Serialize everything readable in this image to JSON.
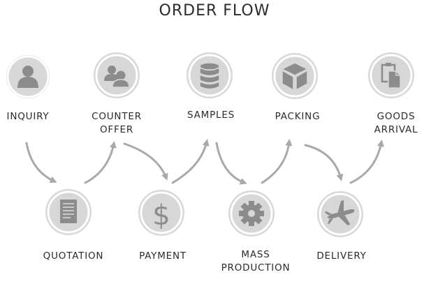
{
  "title": "ORDER FLOW",
  "colors": {
    "circle_fill": "#d7d7d7",
    "circle_ring": "#ffffff",
    "icon": "#8c8c8c",
    "arrow": "#a9a9a9",
    "text": "#2b2b2b"
  },
  "steps": [
    {
      "label_lines": [
        "INQUIRY"
      ],
      "icon": "person-icon"
    },
    {
      "label_lines": [
        "QUOTATION"
      ],
      "icon": "document-icon"
    },
    {
      "label_lines": [
        "COUNTER",
        "OFFER"
      ],
      "icon": "group-icon"
    },
    {
      "label_lines": [
        "PAYMENT"
      ],
      "icon": "dollar-icon"
    },
    {
      "label_lines": [
        "SAMPLES"
      ],
      "icon": "database-icon"
    },
    {
      "label_lines": [
        "MASS",
        "PRODUCTION"
      ],
      "icon": "gear-icon"
    },
    {
      "label_lines": [
        "PACKING"
      ],
      "icon": "box-icon"
    },
    {
      "label_lines": [
        "DELIVERY"
      ],
      "icon": "airplane-icon"
    },
    {
      "label_lines": [
        "GOODS",
        "ARRIVAL"
      ],
      "icon": "clipboard-icon"
    }
  ]
}
